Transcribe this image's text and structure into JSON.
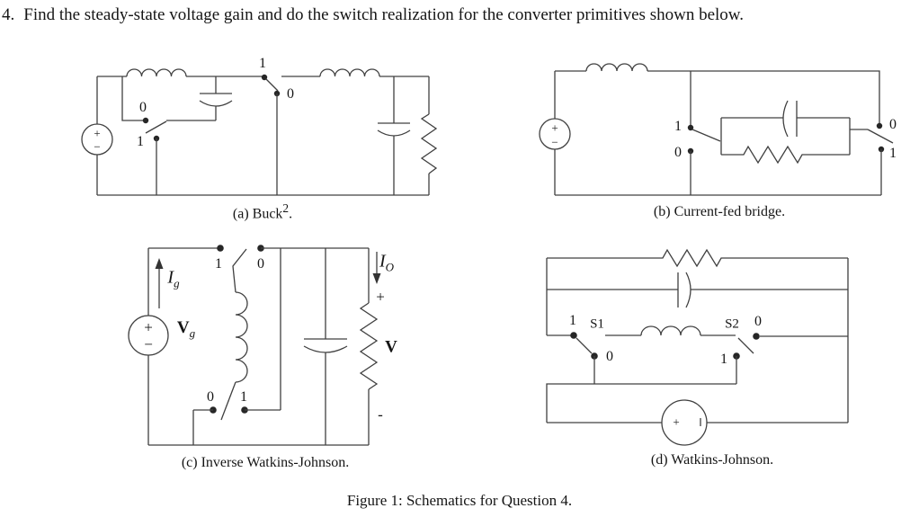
{
  "title": {
    "number": "4.",
    "text": "Find the steady-state voltage gain and do the switch realization for the converter primitives shown below."
  },
  "figure": {
    "caption": "Figure 1: Schematics for Question 4."
  },
  "circuits": {
    "a": {
      "caption_prefix": "(a) Buck",
      "caption_sup": "2",
      "caption_suffix": ".",
      "source": {
        "plus": "+",
        "minus": "−"
      },
      "sw1": {
        "throw0": "0",
        "throw1": "1"
      },
      "sw2": {
        "throw1": "1",
        "throw0": "0"
      }
    },
    "b": {
      "caption": "(b) Current-fed bridge.",
      "source": {
        "plus": "+",
        "minus": "−"
      },
      "sw1": {
        "throw1": "1",
        "throw0": "0"
      },
      "sw2": {
        "throw0": "0",
        "throw1": "1"
      }
    },
    "c": {
      "caption": "(c) Inverse Watkins-Johnson.",
      "source": {
        "plus": "+",
        "minus": "−"
      },
      "ig": {
        "base": "I",
        "sub": "g"
      },
      "vg": {
        "base": "V",
        "sub": "g"
      },
      "io": {
        "base": "I",
        "sub": "O"
      },
      "sw_top": {
        "throw1": "1",
        "throw0": "0"
      },
      "sw_bottom": {
        "throw0": "0",
        "throw1": "1"
      },
      "output": {
        "plus": "+",
        "v": "V",
        "minus": "-"
      }
    },
    "d": {
      "caption": "(d) Watkins-Johnson.",
      "source": {
        "plus": "+"
      },
      "s1": {
        "name": "S1",
        "throw1": "1",
        "throw0": "0"
      },
      "s2": {
        "name": "S2",
        "throw0": "0",
        "throw1": "1"
      }
    }
  }
}
